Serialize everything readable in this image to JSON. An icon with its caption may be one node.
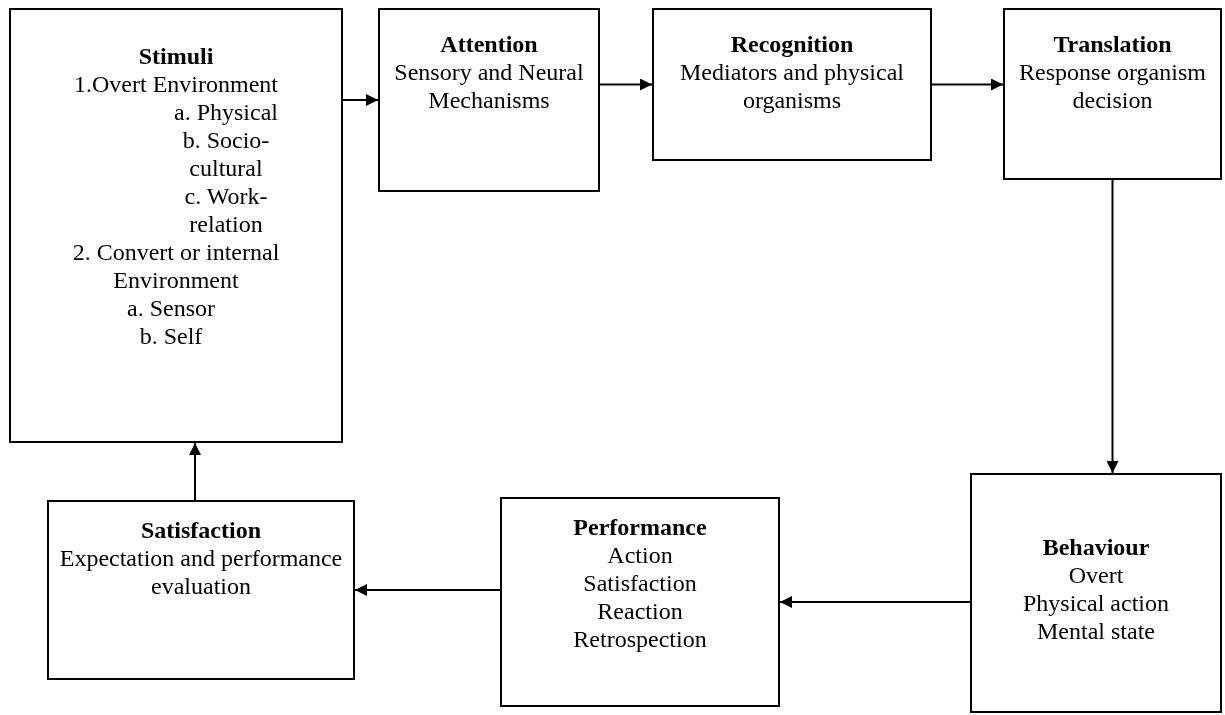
{
  "diagram": {
    "nodes": [
      {
        "text": [
          "Stimuli",
          "1.Overt Environment",
          "a. Physical",
          "b. Socio-cultural",
          "c. Work-relation",
          "2. Convert or internal Environment",
          "a. Sensor",
          "b. Self"
        ]
      },
      {
        "text": [
          "Attention",
          "Sensory and Neural Mechanisms"
        ]
      },
      {
        "text": [
          "Recognition",
          "Mediators and physical organisms"
        ]
      },
      {
        "text": [
          "Translation",
          "Response organism decision"
        ]
      },
      {
        "text": [
          "Behaviour",
          "Overt",
          "Physical action",
          "Mental state"
        ]
      },
      {
        "text": [
          "Performance",
          "Action",
          "Satisfaction",
          "Reaction",
          "Retrospection"
        ]
      },
      {
        "text": [
          "Satisfaction",
          "Expectation and performance evaluation"
        ]
      }
    ],
    "edges": [
      {
        "from": 0,
        "to": 1,
        "arrow": "to"
      },
      {
        "from": 1,
        "to": 2,
        "arrow": "to"
      },
      {
        "from": 2,
        "to": 3,
        "arrow": "to"
      },
      {
        "from": 3,
        "to": 4,
        "arrow": "to"
      },
      {
        "from": 4,
        "to": 5,
        "arrow": "to"
      },
      {
        "from": 5,
        "to": 6,
        "arrow": "to"
      },
      {
        "from": 6,
        "to": 0,
        "arrow": "to"
      }
    ]
  }
}
